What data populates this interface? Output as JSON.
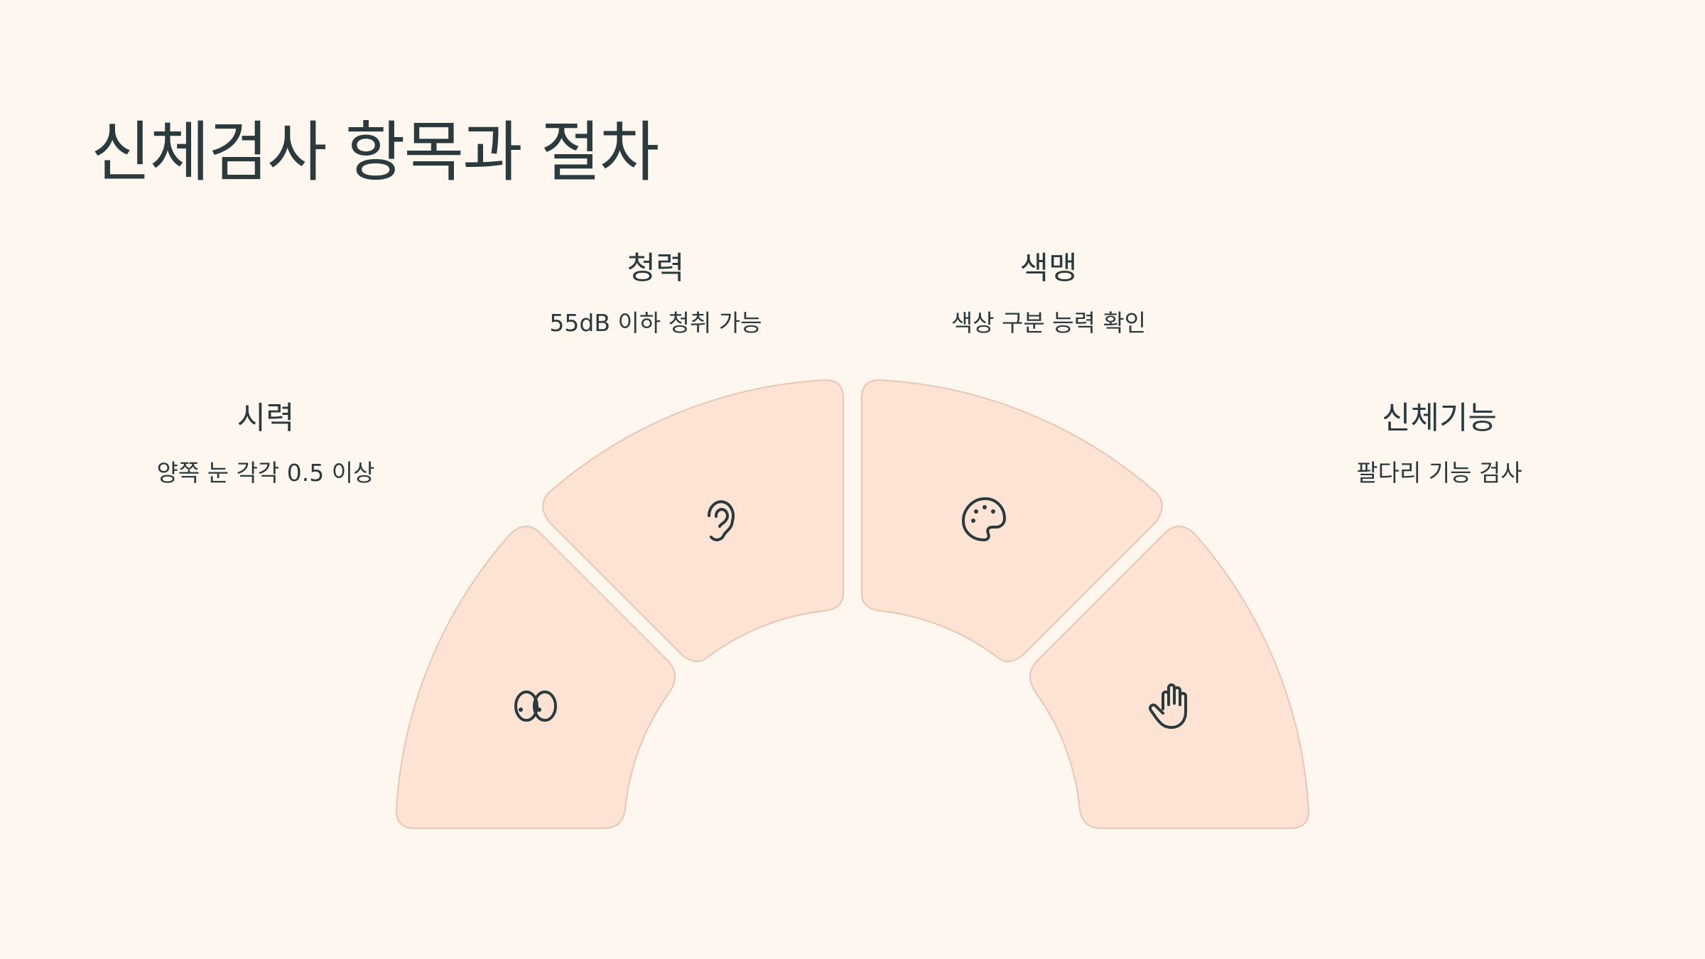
{
  "title": "신체검사 항목과 절차",
  "items": [
    {
      "name": "시력",
      "desc": "양쪽 눈 각각 0.5 이상",
      "icon": "eyes-icon"
    },
    {
      "name": "청력",
      "desc": "55dB 이하 청취 가능",
      "icon": "ear-icon"
    },
    {
      "name": "색맹",
      "desc": "색상 구분 능력 확인",
      "icon": "palette-icon"
    },
    {
      "name": "신체기능",
      "desc": "팔다리 기능 검사",
      "icon": "hand-icon"
    }
  ],
  "colors": {
    "background": "#fef7f0",
    "segment_fill": "#fce3d3",
    "segment_stroke": "#e8c6b4",
    "text": "#2b3a3d"
  }
}
